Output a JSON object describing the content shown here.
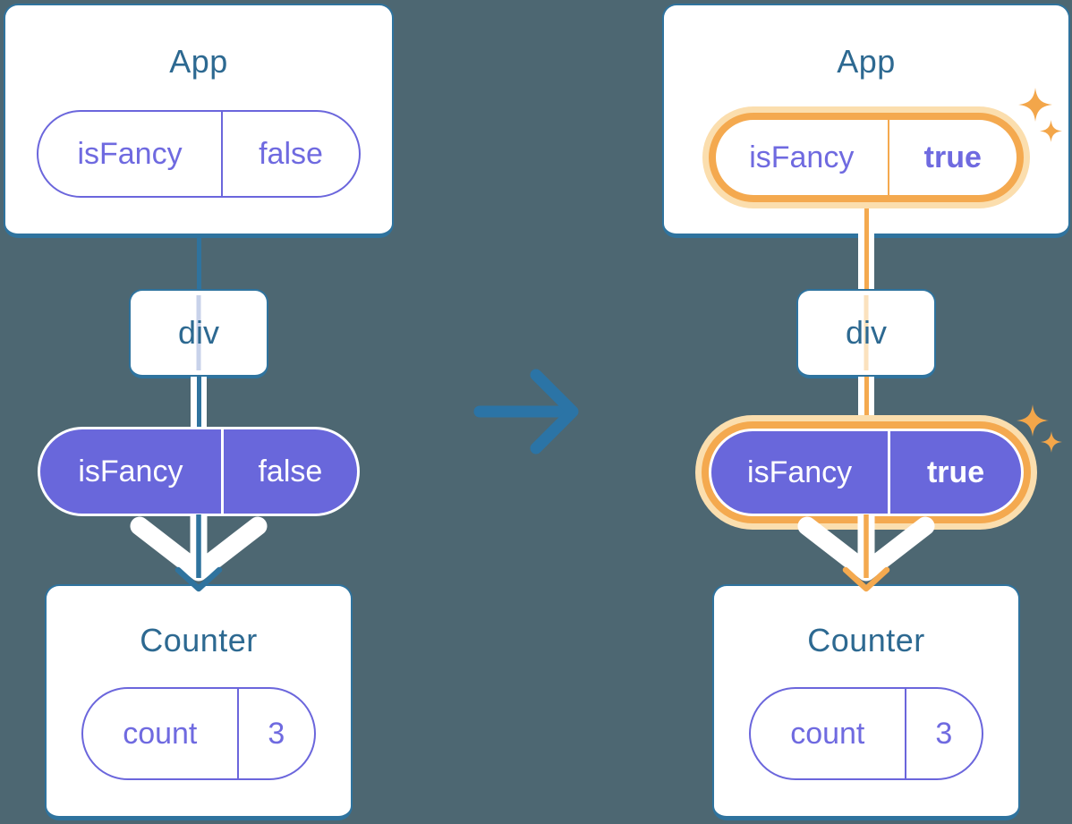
{
  "colors": {
    "background": "#4D6772",
    "card_border_teal": "#2F739E",
    "heading_teal": "#2D6991",
    "transition_arrow_blue": "#2B74A6",
    "purple_fill": "#6967DB",
    "purple_text": "#6F6AE0",
    "highlight_orange": "#F4A94F",
    "highlight_glow": "#FBDEAE",
    "faded_line_blue": "#C8D2EA",
    "faded_line_orange": "#FBE2BE"
  },
  "icons": {
    "transition": "right-arrow-icon",
    "prop_flow": "down-arrow-icon",
    "highlight": "sparkle-icon"
  },
  "before": {
    "app_title": "App",
    "app_state": {
      "name": "isFancy",
      "value": "false"
    },
    "div_label": "div",
    "passed_prop": {
      "name": "isFancy",
      "value": "false"
    },
    "counter_title": "Counter",
    "counter_state": {
      "name": "count",
      "value": "3"
    }
  },
  "after": {
    "app_title": "App",
    "app_state": {
      "name": "isFancy",
      "value": "true"
    },
    "div_label": "div",
    "passed_prop": {
      "name": "isFancy",
      "value": "true"
    },
    "counter_title": "Counter",
    "counter_state": {
      "name": "count",
      "value": "3"
    }
  }
}
